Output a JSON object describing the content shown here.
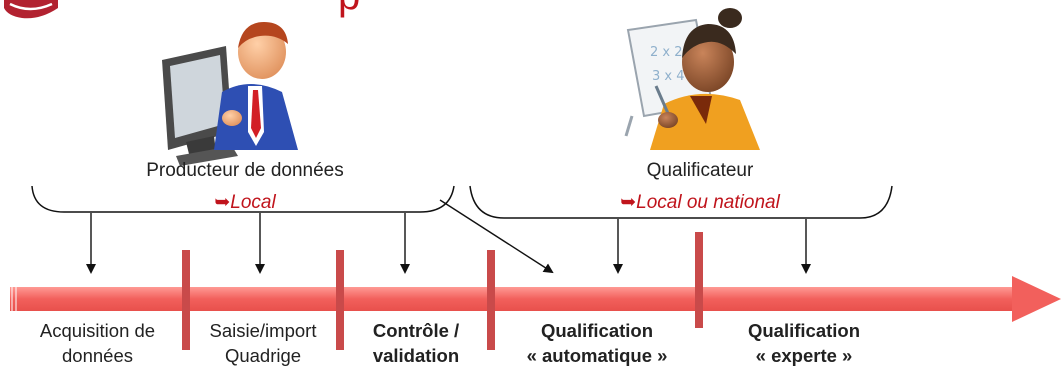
{
  "title_fragment": "p",
  "actors": {
    "producer": {
      "label": "Producteur de données",
      "scope": "Local",
      "icon": "person-at-computer-icon"
    },
    "qualifier": {
      "label": "Qualificateur",
      "scope": "Local ou national",
      "icon": "teacher-at-board-icon",
      "board_text_line1": "2 x 2",
      "board_text_line2": "3 x 4"
    }
  },
  "scope_arrow_symbol": "➥",
  "stages": [
    {
      "line1": "Acquisition de",
      "line2": "données",
      "bold": false
    },
    {
      "line1": "Saisie/import",
      "line2": "Quadrige",
      "bold": false
    },
    {
      "line1": "Contrôle /",
      "line2": "validation",
      "bold": true
    },
    {
      "line1": "Qualification",
      "line2": "« automatique »",
      "bold": true
    },
    {
      "line1": "Qualification",
      "line2": "« experte »",
      "bold": true
    }
  ],
  "colors": {
    "timeline": "#f2605c",
    "separator": "#c94a4a",
    "accent": "#c0141c",
    "logo": "#b22230"
  }
}
